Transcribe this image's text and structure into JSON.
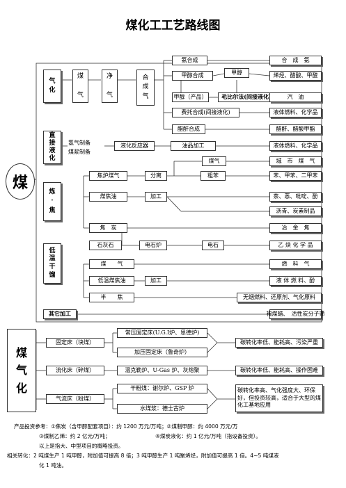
{
  "title": "煤化工工艺路线图",
  "coal": "煤",
  "process": {
    "gasification": "气\n化",
    "gas": "煤\n\n气",
    "purify": "净\n\n气",
    "syngas": "合\n成\n气",
    "ammonia_syn": "氨合成",
    "methanol_syn": "甲醇合成",
    "methanol": "甲醇",
    "methanol_product": "甲醇（产品）",
    "mobil": "毛比尔法(间接液化)",
    "fischer": "费托合成(间接液化)",
    "acetic_syn": "醋酐合成",
    "out_ammonia": "合　成　氨",
    "out_olefin": "烯烃、醋酸、甲醛",
    "out_gasoline": "汽　油",
    "out_fuel1": "液体燃料、化学品",
    "out_acetic": "醋酐、醋酸甲酯",
    "direct_liq": "直\n接\n液\n化",
    "hydro_prep": "氢气制备",
    "slurry_prep": "煤浆制备",
    "liq_reactor": "液化反应器",
    "oil_process": "油品加工",
    "out_fuel2": "液体燃料、化学品",
    "coking": "炼\n·\n焦",
    "coke_gas": "焦炉煤气",
    "separate": "分离",
    "gas2": "煤气",
    "crude_benzene": "粗苯",
    "out_city_gas": "城　市　煤　气",
    "out_benzene": "苯、甲苯、二甲苯",
    "coal_tar": "煤焦油",
    "process2": "加工",
    "out_naph": "萘、蒽、吡啶、酚",
    "out_asphalt": "沥青、炭素制品",
    "coke": "焦　炭",
    "out_smelt": "冶　金　焦",
    "lime": "石灰石",
    "arc_furnace": "电石炉",
    "carbide": "电石",
    "out_acetylene": "乙 炔 化 学 品",
    "low_temp": "低\n温\n干\n馏",
    "gas3": "煤　　气",
    "out_fuel_gas": "燃　料　气",
    "low_tar": "低温煤焦油",
    "process3": "加工",
    "out_liquid_fuel": "液 体 燃 料、酚",
    "semi_coke": "半　　焦",
    "out_smokeless": "无烟燃料、还原剂、气化原料",
    "other": "其它加工",
    "out_pitch": "褐煤蜡、　活性炭分子筛"
  },
  "gasify": {
    "side": "煤\n气\n化",
    "fixed": "固定床（块煤）",
    "fixed_a": "常压固定床(U.G.I炉、恩德炉)",
    "fixed_b": "加压固定床（鲁奇炉）",
    "fixed_out": "碳转化率低、能耗高、污染严重",
    "fluid": "流化床（碎煤）",
    "fluid_a": "温克勒炉、U-Gas 炉、灰熔聚",
    "fluid_out": "碳转化率低、能耗高、操作困难",
    "flow": "气流床（粉煤）",
    "flow_a": "干粉煤：谢尔炉、GSP 炉",
    "flow_b": "水煤浆：德士古炉",
    "flow_out": "碳转化率高、气化强度大、环保好，但投资较高，适合于大型的煤化工基地应用"
  },
  "notes": {
    "line1": "产品投资参考：①焦炭（含甲醇配套项目）：约 1200 万元/万吨；②煤制甲醇：约 4000 万元/万",
    "line2": "③煤制乙烯：约 2 亿元/万吨；　　　　　　　　　④煤炭液化：约 1 亿元/万吨（指设备投资）。",
    "line3": "以上是指大、中型项目的概略投资。",
    "line4": "相关转化：2 吨煤生产 1 吨甲醇，附加值可提高 8 倍；3 吨甲醇生产 1 吨聚烯烃，附加值可提高 1 倍。4~5 吨煤液",
    "line5": "化 1 吨油。"
  }
}
